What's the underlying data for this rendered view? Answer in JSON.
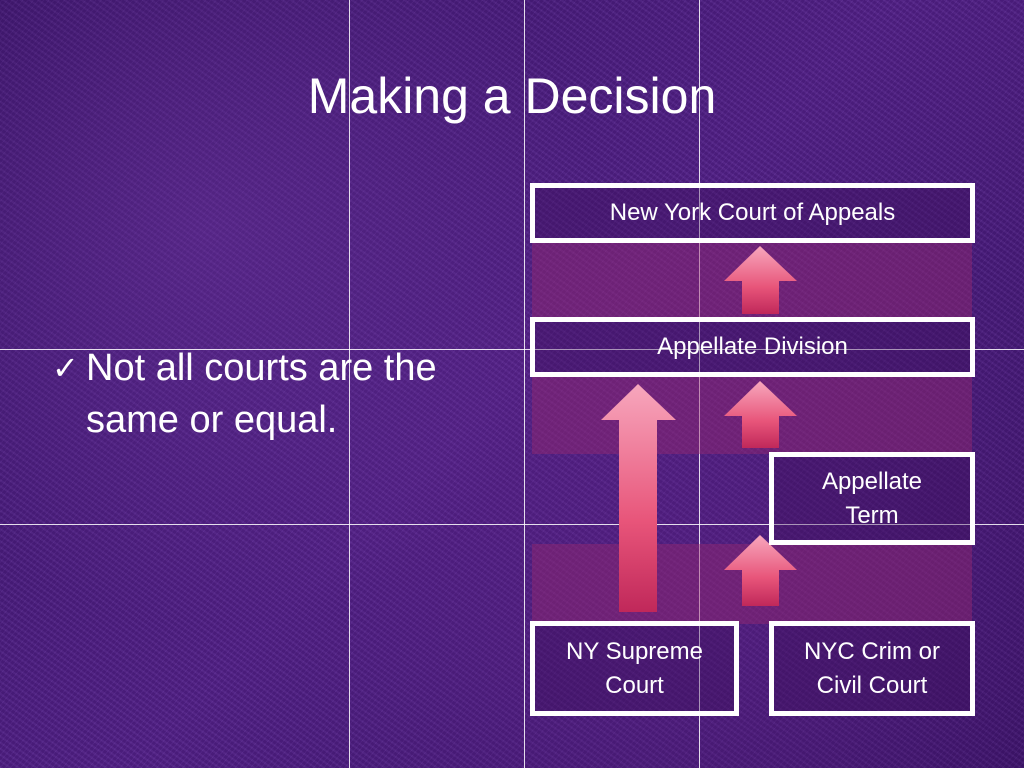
{
  "slide": {
    "title": "Making a Decision",
    "bullet_check": "✓",
    "bullet_text": "Not all courts are the same or equal."
  },
  "diagram": {
    "nodes": {
      "court_of_appeals": "New York Court of Appeals",
      "appellate_division": "Appellate Division",
      "appellate_term": "Appellate Term",
      "ny_supreme": "NY Supreme Court",
      "nyc_crim_civil": "NYC Crim or Civil Court"
    },
    "arrow_color": "#e8557a"
  }
}
